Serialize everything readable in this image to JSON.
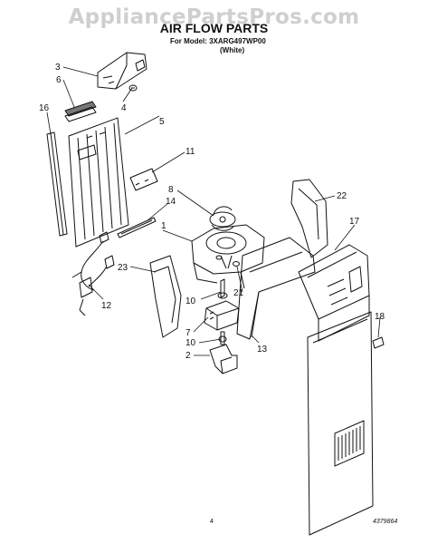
{
  "watermark": "AppliancePartsPros.com",
  "title": "AIR FLOW PARTS",
  "model_line": "For Model: 3XARG497WP00",
  "color_line": "(White)",
  "footer": {
    "page": "4",
    "doc_code": "4379864"
  },
  "callouts": [
    "1",
    "2",
    "3",
    "4",
    "5",
    "6",
    "7",
    "8",
    "10",
    "10",
    "11",
    "12",
    "13",
    "14",
    "16",
    "17",
    "18",
    "21",
    "22",
    "23"
  ]
}
